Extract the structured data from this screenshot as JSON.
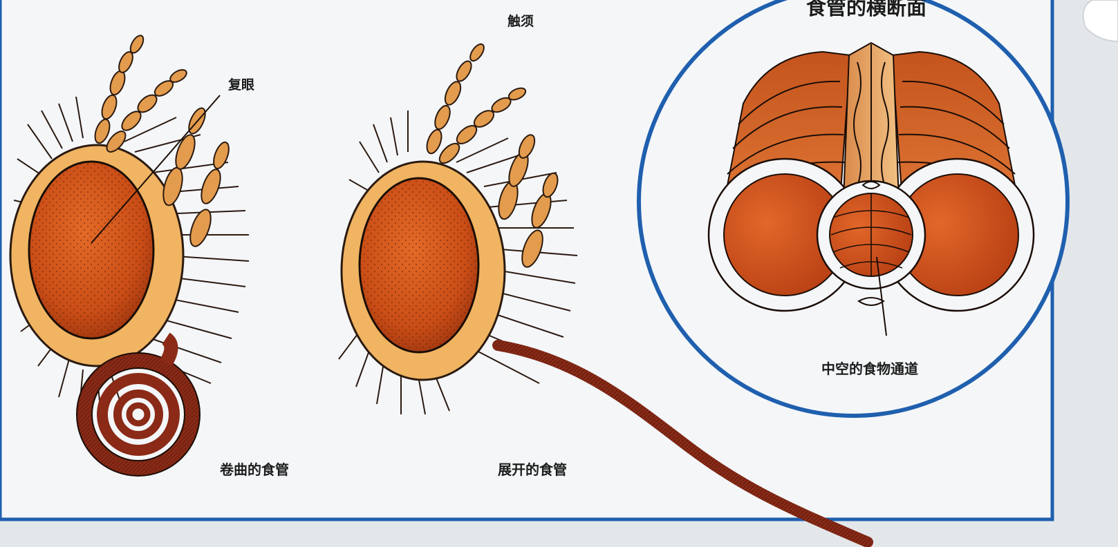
{
  "labels": {
    "antenna": "触须",
    "compound_eye": "复眼",
    "coiled_proboscis": "卷曲的食管",
    "extended_proboscis": "展开的食管",
    "cross_section_title": "食管的横断面",
    "hollow_channel": "中空的食物通道"
  },
  "colors": {
    "panel_background": "#f4f6f8",
    "frame_blue": "#1f5fae",
    "eye_orange": "#c94d16",
    "head_rim": "#f0b462",
    "proboscis_red": "#8a2a17",
    "outside_gray": "#e4e7ea"
  }
}
